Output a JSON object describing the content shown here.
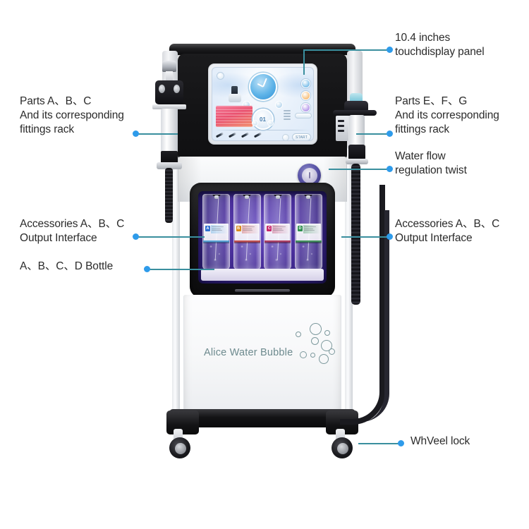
{
  "product": {
    "brand_text": "Alice Water Bubble",
    "screen_gauge_value": "01",
    "screen_start_label": "START"
  },
  "bottles": [
    {
      "letter": "A",
      "accent": "#2f6fd0",
      "band": "#3aa0e0"
    },
    {
      "letter": "B",
      "accent": "#d98b1f",
      "band": "#c9302c"
    },
    {
      "letter": "C",
      "accent": "#c8286b",
      "band": "#b01b49"
    },
    {
      "letter": "D",
      "accent": "#2f8f4e",
      "band": "#1f8a41"
    }
  ],
  "annotations": [
    {
      "id": "touchdisplay-panel",
      "text": "10.4 inches\ntouchdisplay panel",
      "side": "right"
    },
    {
      "id": "parts-abc-rack",
      "text": "Parts A、B、C\nAnd its corresponding\nfittings rack",
      "side": "left"
    },
    {
      "id": "parts-efg-rack",
      "text": "Parts E、F、G\nAnd its corresponding\nfittings rack",
      "side": "right"
    },
    {
      "id": "water-flow-twist",
      "text": "Water flow\nregulation twist",
      "side": "right"
    },
    {
      "id": "accessories-output-left",
      "text": "Accessories A、B、C\nOutput Interface",
      "side": "left"
    },
    {
      "id": "accessories-output-right",
      "text": "Accessories A、B、C\nOutput Interface",
      "side": "right"
    },
    {
      "id": "bottle-abcd",
      "text": "A、B、C、D Bottle",
      "side": "left"
    },
    {
      "id": "wheel-lock",
      "text": "WhVeel lock",
      "side": "right"
    }
  ],
  "colors": {
    "background": "#ffffff",
    "leader_line": "#3a8f9e",
    "leader_dot": "#2e9bea",
    "label_text": "#2b2b2b",
    "brand_text": "#6d8a8e",
    "bay_glow": "#4a2f9c"
  }
}
